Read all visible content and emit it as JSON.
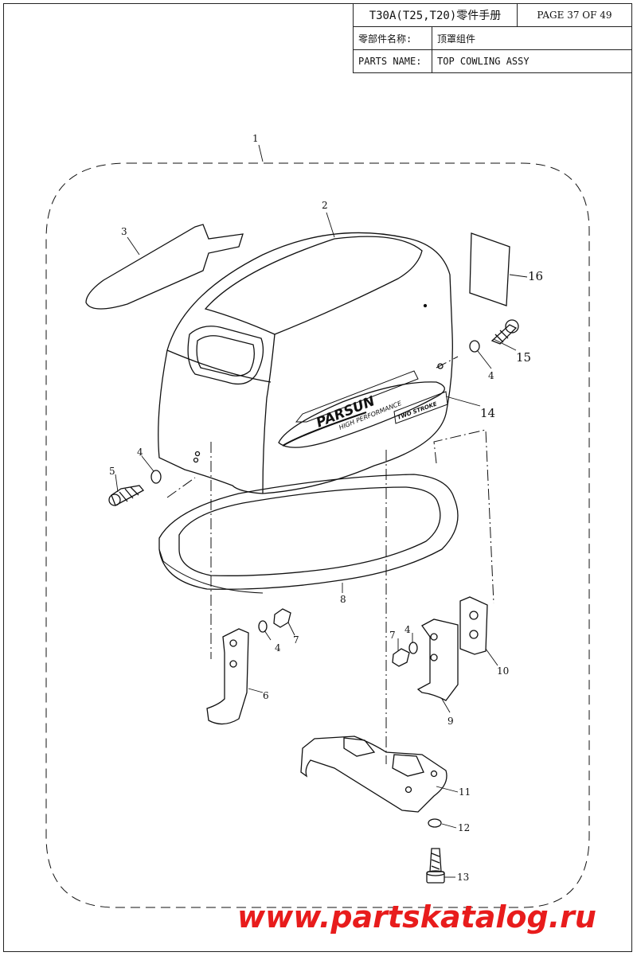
{
  "header": {
    "model": "T30A(T25,T20)零件手册",
    "page": "PAGE 37 OF 49",
    "part_name_label_cn": "零部件名称:",
    "part_name_cn": "顶罩组件",
    "part_name_label_en": "PARTS NAME:",
    "part_name_en": "TOP COWLING ASSY"
  },
  "cowling_branding": {
    "brand": "PARSUN",
    "tagline": "HIGH PERFORMANCE",
    "badge": "TWO STROKE"
  },
  "callouts": {
    "c1": "1",
    "c2": "2",
    "c3": "3",
    "c4a": "4",
    "c4b": "4",
    "c4c": "4",
    "c4d": "4",
    "c5": "5",
    "c6": "6",
    "c7a": "7",
    "c7b": "7",
    "c8": "8",
    "c9": "9",
    "c10": "10",
    "c11": "11",
    "c12": "12",
    "c13": "13",
    "c14": "14",
    "c15": "15",
    "c16": "16"
  },
  "watermark": "www.partskatalog.ru"
}
